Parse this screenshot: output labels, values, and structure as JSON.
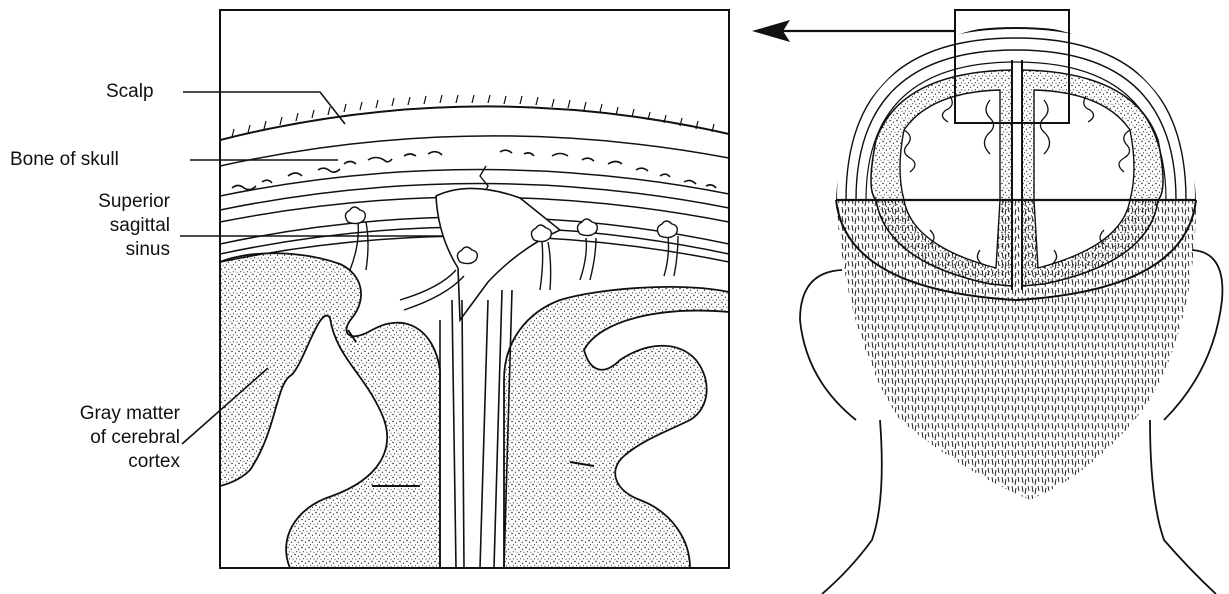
{
  "labels": {
    "scalp": "Scalp",
    "bone": "Bone of skull",
    "sinus_line1": "Superior",
    "sinus_line2": "sagittal",
    "sinus_line3": "sinus",
    "gray_line1": "Gray matter",
    "gray_line2": "of cerebral",
    "gray_line3": "cortex"
  },
  "colors": {
    "ink": "#111111",
    "background": "#ffffff"
  }
}
